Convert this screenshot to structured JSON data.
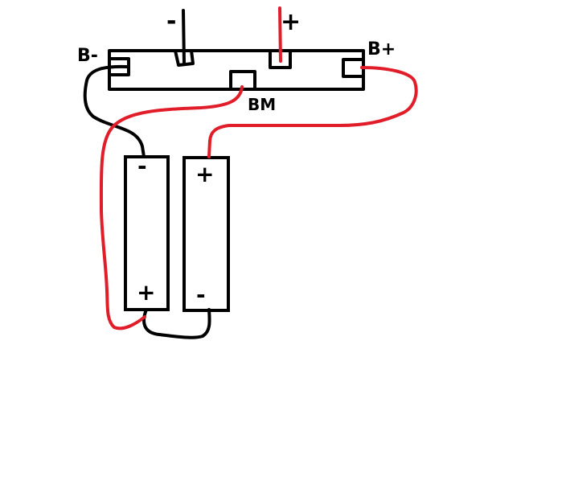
{
  "labels": {
    "output_negative": "-",
    "output_positive": "+",
    "bms_b_minus": "B-",
    "bms_b_plus": "B+",
    "bms_bm": "BM",
    "cell1_top": "-",
    "cell1_bottom": "+",
    "cell2_top": "+",
    "cell2_bottom": "-"
  },
  "colors": {
    "red_wire": "#e11d2a",
    "black_wire": "#000000",
    "background": "#ffffff"
  }
}
